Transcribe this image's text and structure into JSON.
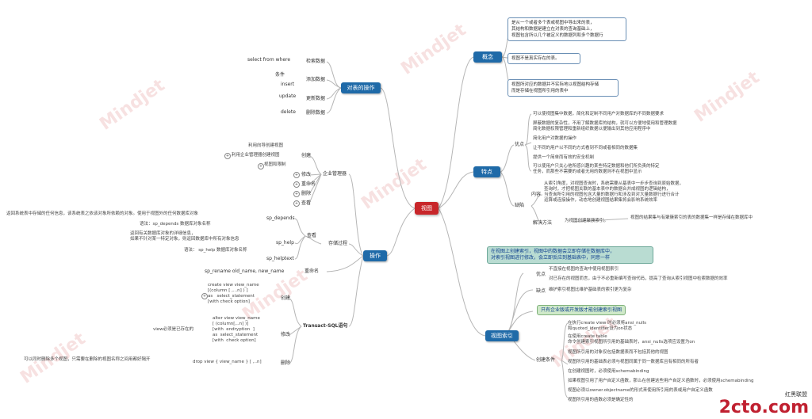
{
  "center": "视图",
  "watermark": "Mindjet",
  "concept": {
    "label": "概念",
    "notes": [
      "是从一个或者多个表或视图中导出来的表，\n其结构和数据是建立在对表的查询基础上，\n视图包含所以几个被定义的数据列和多个数据行",
      "视图不是真实存在的表。",
      "视图所对应的数据并不实际地以视图结构存储\n而是存储在视图所引用的表中"
    ]
  },
  "features": {
    "label": "特点",
    "pros_label": "优点",
    "pros": [
      "可以使视图集中数据，简化和定制不同用户对数据库的不同数据要求",
      "屏蔽数据的复杂性，不用了解数据库的结构，就可以方便地使用和管理数据\n简化数据权限管理和重新组织数据以便输出到其他应用程序中",
      "简化用户对数据的操作",
      "让不同的用户以不同的方式看到不同或者相同的数据集",
      "提供一个简单而有效的安全机制",
      "可以使用户只关心他所感兴趣的某些特定数据和他们所负责的特定\n任务，而那些不需要的或者无用的数据则不在视图中显示"
    ],
    "cons_label": "缺陷",
    "perf_label": "内容",
    "perf": "从索引角度，对视图查询时，系统需要从基表中一步步查询到原始数据，\n查询时，才把视图关联的基本表中的数据合并成视图的逻辑结构，\n当查询所引用的视图包含大量的数据行和涉及到对大量数据行进行合计\n运算或连接操作，动态地创建视图结果集将会影响系统效率",
    "solution_label": "解决方法",
    "solution": "为视图创建聚簇索引。",
    "solution_note": "视图的结果集与有聚簇索引的表的数据集一样是存储在数据库中"
  },
  "indexed": {
    "label": "视图索引",
    "banner": "在视图上创建索引，视图中的数据会立即存储在数据库中，\n对索引视图进行修改，会立即反应到基础表中，同意一样",
    "pros_label": "优点",
    "pros": [
      "不直接在视图的查询中使用视图索引",
      "对已存在的视图而言，由于不必重新编写查询代码，提高了查询从索引视图中检索数据的效率"
    ],
    "cons_label": "缺点",
    "cons": "维护索引视图比维护基础表的索引更为复杂",
    "edition": "只有企业版或开发版才能创建索引视图",
    "cond_label": "创建条件",
    "conds": [
      "在执行create view 时必须将ansi_nulls\n和quoted_identifier设为on状态",
      "在使用create table\n命令创建索引视图所引用的基础表时，ansi_nulls选项应设置为on",
      "视图所引用的对象仅包括数据表而不包括其他的视图",
      "视图所引用的基础表必须与视图同属于同一数据库且有相同的所有者",
      "在创建视图时，必须使用schemabinding",
      "如果视图引用了用户自定义函数，那么在创建这些用户自定义函数时，必须使用schemabinding",
      "视图必须以owner.objectname的形式来使用所引用的表或用户自定义函数",
      "视图所引用的函数必须是确定性的"
    ]
  },
  "ops": {
    "label": "操作",
    "table_ops_label": "对表的操作",
    "table_ops": [
      {
        "label": "检索数据",
        "detail": "select  from  where"
      },
      {
        "label": "添加数据",
        "detail": "insert",
        "extra": "条件"
      },
      {
        "label": "更新数据",
        "detail": "update"
      },
      {
        "label": "删除数据",
        "detail": "delete"
      }
    ],
    "em_label": "企业管理器",
    "em_create": "创建",
    "em_create_items": [
      "利用向导创建视图",
      "利用企业管理器创建视图",
      "视图和限制"
    ],
    "em_items": [
      "修改",
      "重命名",
      "删除",
      "查看"
    ],
    "sp_label": "存储过程",
    "sp_view": "查看",
    "sp_depends": "sp_depends",
    "sp_depends_desc": "返回系统表中存储的任何信息，该系统表之依该对象所依赖的对象。使用于视图外的任何数据库对象",
    "sp_depends_syntax": "语法：sp_depends 数据库对象名称",
    "sp_help": "sp_help",
    "sp_help_desc": "返回有关数据库对象的详细信息，\n如果不针对某一特定对象，则返回数据库中所有对象信息",
    "sp_help_syntax": "语法：  sp_help  数据库对象名称",
    "sp_helptext": "sp_helptext",
    "rename_label": "重命名",
    "rename": "sp_rename  old_name,  new_name",
    "tsql_label": "Transact-SQL语句",
    "create_label": "创建",
    "create_code": "create view view_name\n[(column [ ,...n] ) ]\nas   select_statement\n[with check option]",
    "alter_label": "修改",
    "alter_code": "alter view view_name\n[ (column[,..n] )]\n[with  endryption  ]\nas  select_statement\n[with  check option]",
    "alter_note": "view必须是已存在的",
    "drop_label": "删除",
    "drop_code": "drop view { view_name } [ ,..n]",
    "drop_note": "可以同时删除多个视图，只需要在删除的视图名称之间用都好隔开"
  },
  "logo": "2cto.com",
  "logo_sub": "红黑联盟"
}
